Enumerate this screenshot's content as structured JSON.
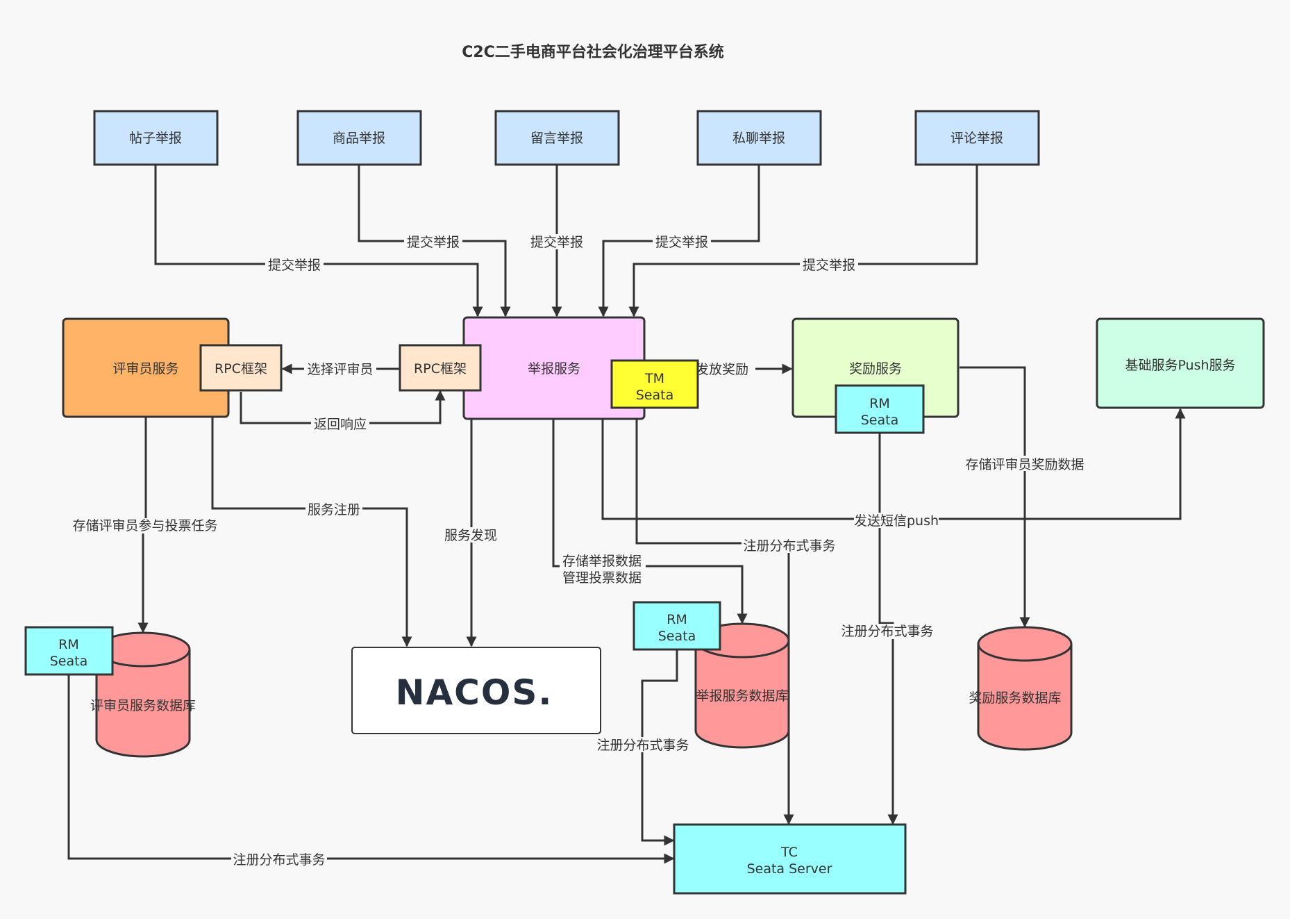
{
  "title": "C2C二手电商平台社会化治理平台系统",
  "colors": {
    "report_source": "#cce5ff",
    "reviewer_service": "#ffb366",
    "rpc": "#ffe6cc",
    "report_service": "#ffccff",
    "tm": "#ffff33",
    "reward_service": "#e6ffcc",
    "push_service": "#ccffe6",
    "seata": "#99ffff",
    "database": "#ff9999",
    "nacos_box": "#ffffff",
    "line": "#333333"
  },
  "sources": {
    "post": "帖子举报",
    "goods": "商品举报",
    "message": "留言举报",
    "chat": "私聊举报",
    "comment": "评论举报"
  },
  "services": {
    "reviewer": "评审员服务",
    "rpc_left": "RPC框架",
    "rpc_right": "RPC框架",
    "report": "举报服务",
    "tm_line1": "TM",
    "tm_line2": "Seata",
    "reward": "奖励服务",
    "reward_rm_line1": "RM",
    "reward_rm_line2": "Seata",
    "push": "基础服务Push服务"
  },
  "storage": {
    "reviewer_rm_line1": "RM",
    "reviewer_rm_line2": "Seata",
    "reviewer_db": "评审员服务数据库",
    "report_rm_line1": "RM",
    "report_rm_line2": "Seata",
    "report_db": "举报服务数据库",
    "reward_db": "奖励服务数据库",
    "nacos": "NACOS.",
    "tc_line1": "TC",
    "tc_line2": "Seata Server"
  },
  "edges": {
    "submit_post": "提交举报",
    "submit_goods": "提交举报",
    "submit_message": "提交举报",
    "submit_chat": "提交举报",
    "submit_comment": "提交举报",
    "select_reviewer": "选择评审员",
    "return_response": "返回响应",
    "issue_reward": "发放奖励",
    "store_reviewer_task": "存储评审员参与投票任务",
    "service_register": "服务注册",
    "service_discovery": "服务发现",
    "store_report_line1": "存储举报数据",
    "store_report_line2": "管理投票数据",
    "register_tx_tm": "注册分布式事务",
    "send_sms_push": "发送短信push",
    "store_reward_data": "存储评审员奖励数据",
    "register_tx_reward": "注册分布式事务",
    "register_tx_report_rm": "注册分布式事务",
    "register_tx_reviewer_rm": "注册分布式事务"
  }
}
